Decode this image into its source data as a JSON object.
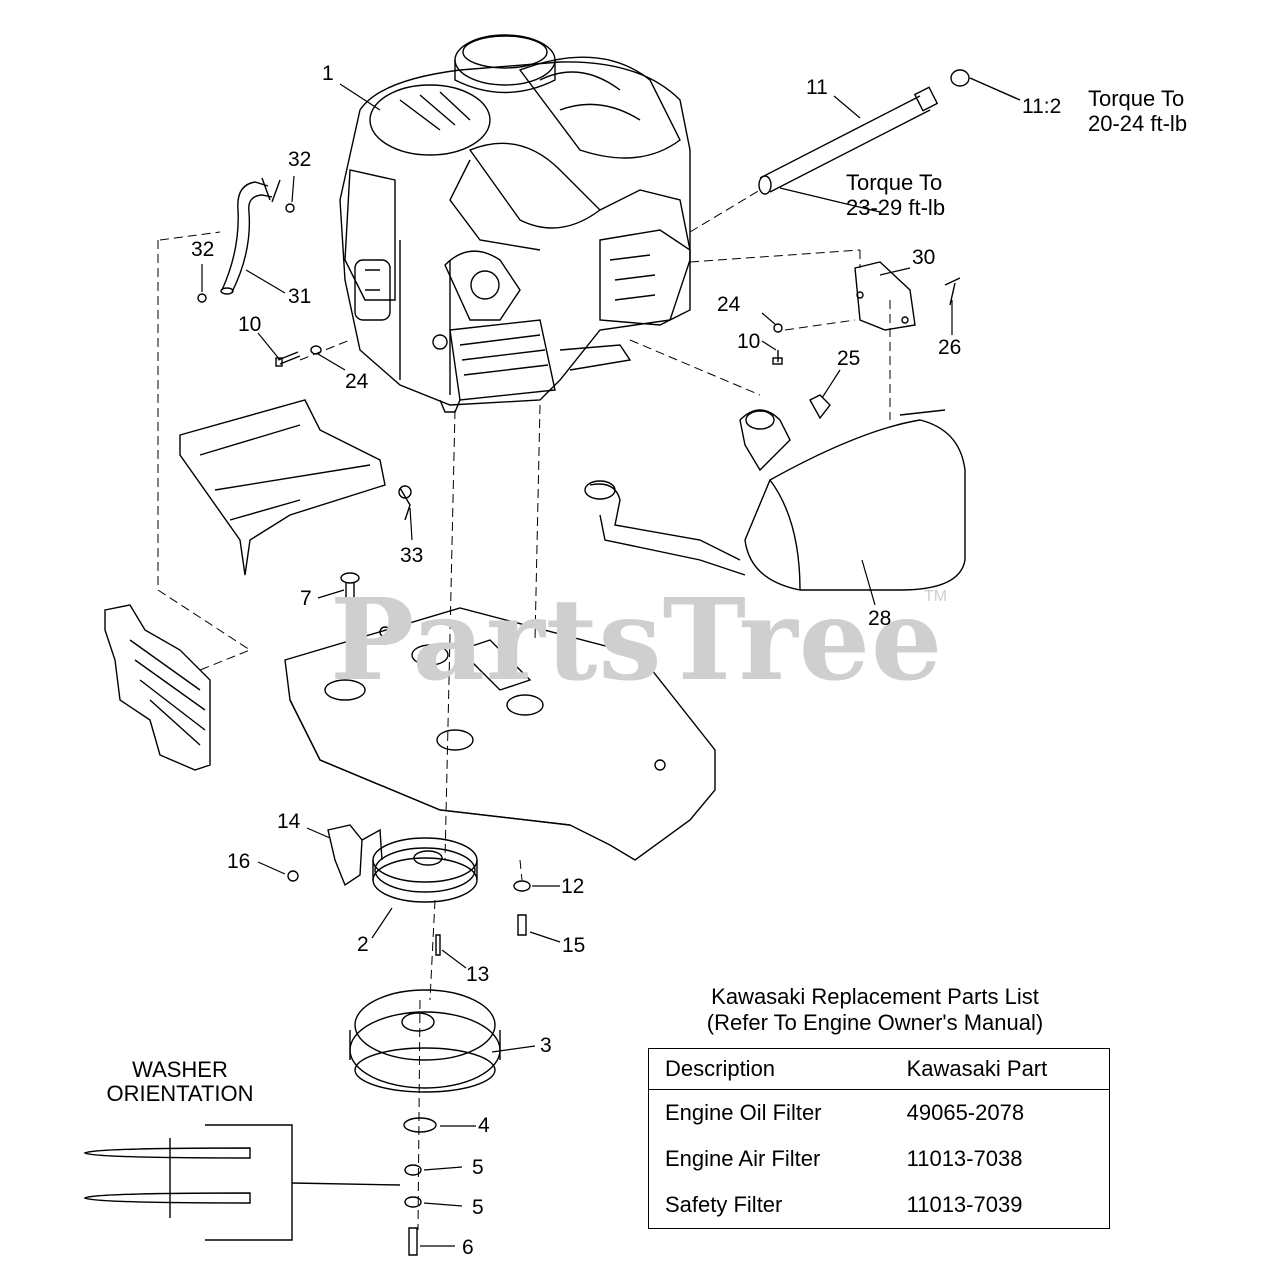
{
  "watermark": {
    "text": "PartsTree",
    "tm": "TM"
  },
  "callouts": [
    {
      "id": "1",
      "text": "1"
    },
    {
      "id": "11",
      "text": "11"
    },
    {
      "id": "11-2",
      "text": "11:2"
    },
    {
      "id": "32a",
      "text": "32"
    },
    {
      "id": "32b",
      "text": "32"
    },
    {
      "id": "31",
      "text": "31"
    },
    {
      "id": "10a",
      "text": "10"
    },
    {
      "id": "24a",
      "text": "24"
    },
    {
      "id": "30",
      "text": "30"
    },
    {
      "id": "24b",
      "text": "24"
    },
    {
      "id": "26",
      "text": "26"
    },
    {
      "id": "10b",
      "text": "10"
    },
    {
      "id": "25",
      "text": "25"
    },
    {
      "id": "33",
      "text": "33"
    },
    {
      "id": "7",
      "text": "7"
    },
    {
      "id": "28",
      "text": "28"
    },
    {
      "id": "14",
      "text": "14"
    },
    {
      "id": "16",
      "text": "16"
    },
    {
      "id": "12",
      "text": "12"
    },
    {
      "id": "2",
      "text": "2"
    },
    {
      "id": "15",
      "text": "15"
    },
    {
      "id": "13",
      "text": "13"
    },
    {
      "id": "3",
      "text": "3"
    },
    {
      "id": "4",
      "text": "4"
    },
    {
      "id": "5a",
      "text": "5"
    },
    {
      "id": "5b",
      "text": "5"
    },
    {
      "id": "6",
      "text": "6"
    }
  ],
  "notes": {
    "torque_a": {
      "line1": "Torque To",
      "line2": "20-24 ft-lb"
    },
    "torque_b": {
      "line1": "Torque To",
      "line2": "23-29 ft-lb"
    }
  },
  "washer": {
    "line1": "WASHER",
    "line2": "ORIENTATION"
  },
  "parts_list": {
    "title_line1": "Kawasaki Replacement Parts List",
    "title_line2": "(Refer To Engine Owner's Manual)",
    "headers": [
      "Description",
      "Kawasaki Part"
    ],
    "rows": [
      {
        "description": "Engine Oil Filter",
        "part": "49065-2078"
      },
      {
        "description": "Engine Air Filter",
        "part": "11013-7038"
      },
      {
        "description": "Safety Filter",
        "part": "11013-7039"
      }
    ]
  }
}
